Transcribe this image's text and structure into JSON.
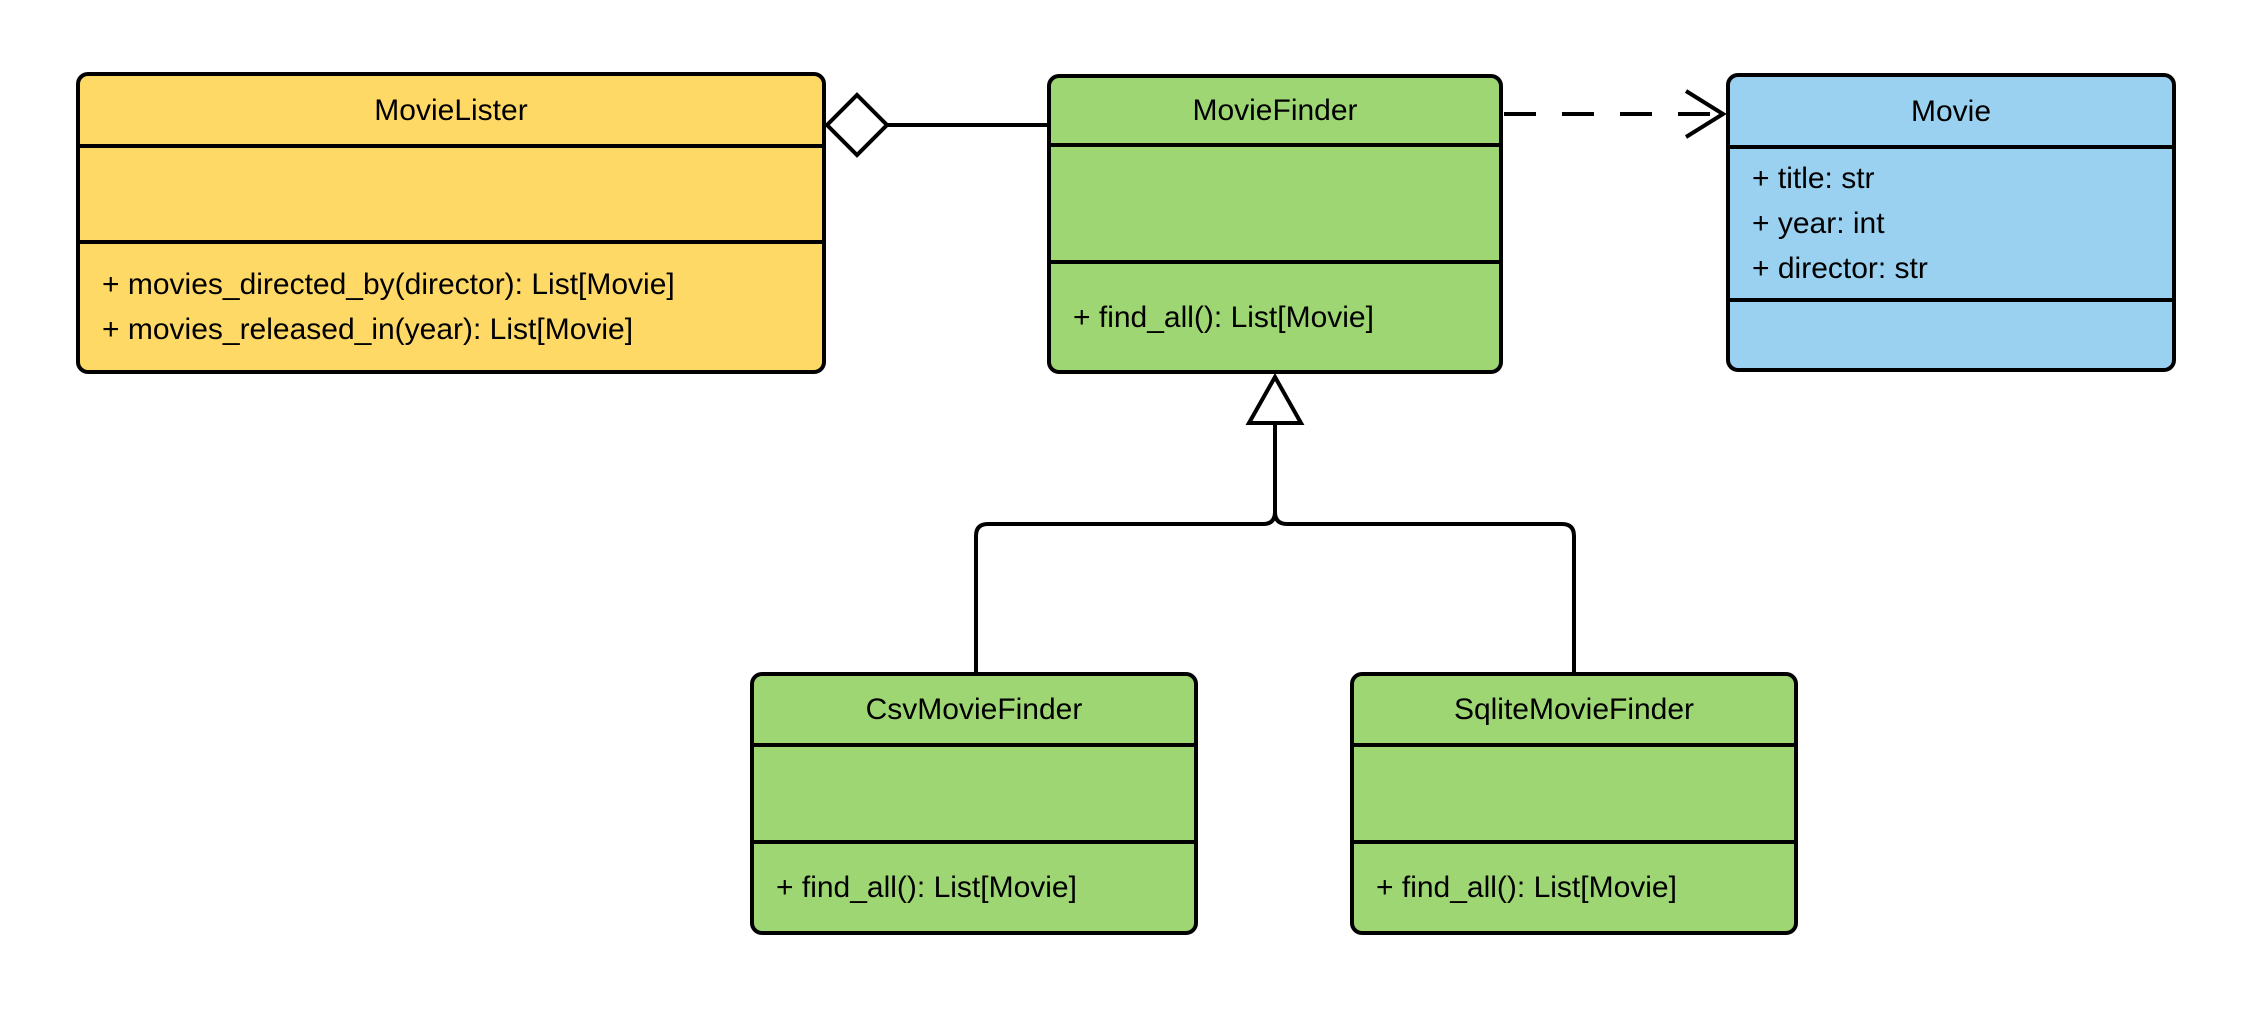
{
  "diagram_type": "UML class diagram",
  "classes": {
    "movie_lister": {
      "name": "MovieLister",
      "attributes": [],
      "methods": [
        "+ movies_directed_by(director): List[Movie]",
        "+ movies_released_in(year): List[Movie]"
      ],
      "fill": "#FFD966"
    },
    "movie_finder": {
      "name": "MovieFinder",
      "attributes": [],
      "methods": [
        "+ find_all(): List[Movie]"
      ],
      "fill": "#9ED674"
    },
    "movie": {
      "name": "Movie",
      "attributes": [
        "+ title: str",
        "+ year: int",
        "+ director: str"
      ],
      "methods": [],
      "fill": "#9AD1F0"
    },
    "csv_movie_finder": {
      "name": "CsvMovieFinder",
      "attributes": [],
      "methods": [
        "+ find_all(): List[Movie]"
      ],
      "fill": "#9ED674"
    },
    "sqlite_movie_finder": {
      "name": "SqliteMovieFinder",
      "attributes": [],
      "methods": [
        "+ find_all(): List[Movie]"
      ],
      "fill": "#9ED674"
    }
  },
  "relationships": [
    {
      "type": "aggregation",
      "owner": "MovieLister",
      "part": "MovieFinder",
      "line": "solid",
      "marker": "hollow-diamond"
    },
    {
      "type": "dependency",
      "from": "MovieFinder",
      "to": "Movie",
      "line": "dashed",
      "marker": "open-arrow"
    },
    {
      "type": "inheritance",
      "child": "CsvMovieFinder",
      "parent": "MovieFinder",
      "line": "solid",
      "marker": "hollow-triangle"
    },
    {
      "type": "inheritance",
      "child": "SqliteMovieFinder",
      "parent": "MovieFinder",
      "line": "solid",
      "marker": "hollow-triangle"
    }
  ],
  "colors": {
    "class_yellow": "#FFD966",
    "class_green": "#9ED674",
    "class_blue": "#9AD1F0",
    "stroke": "#000000",
    "background": "#FFFFFF"
  }
}
